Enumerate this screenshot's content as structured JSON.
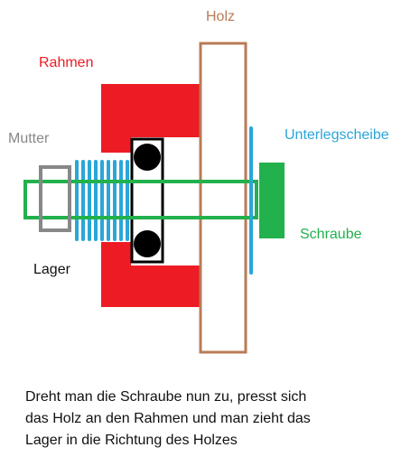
{
  "labels": {
    "holz": "Holz",
    "rahmen": "Rahmen",
    "mutter": "Mutter",
    "unterlegscheibe": "Unterlegscheibe",
    "schraube": "Schraube",
    "lager": "Lager"
  },
  "caption": {
    "lines": [
      "Dreht man die Schraube nun zu, presst sich",
      "das Holz an den Rahmen und man zieht das",
      "Lager in die Richtung des Holzes"
    ]
  },
  "colors": {
    "holz": "#b87b57",
    "rahmen": "#ed1c24",
    "mutter": "#888888",
    "unterlegscheibe": "#2aa6d8",
    "schraube": "#22b14c",
    "lager": "#000000",
    "thread": "#2aa6d8"
  }
}
